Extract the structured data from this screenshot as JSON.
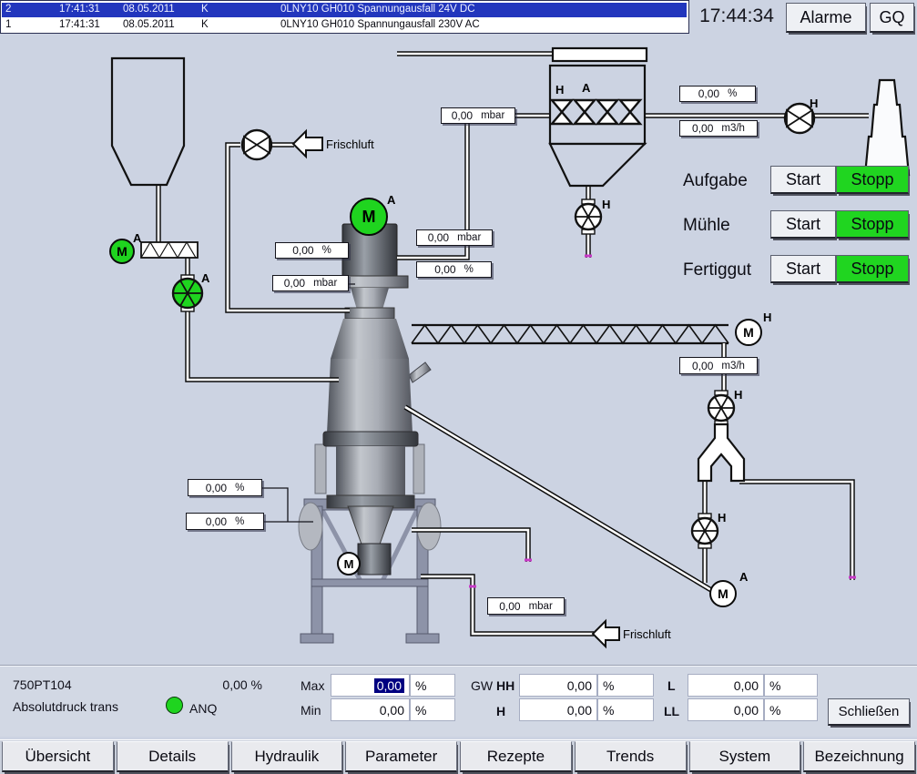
{
  "alarms": {
    "rows": [
      {
        "num": "2",
        "time": "17:41:31",
        "date": "08.05.2011",
        "flag": "K",
        "message": "0LNY10 GH010 Spannungausfall 24V DC",
        "selected": true
      },
      {
        "num": "1",
        "time": "17:41:31",
        "date": "08.05.2011",
        "flag": "K",
        "message": "0LNY10 GH010 Spannungausfall 230V AC",
        "selected": false
      }
    ]
  },
  "header": {
    "clock": "17:44:34",
    "alarme_button": "Alarme",
    "gq_button": "GQ"
  },
  "process": {
    "motor_letter": "M",
    "labels": {
      "frischluft_top": "Frischluft",
      "frischluft_bottom": "Frischluft",
      "silo_motor": "A",
      "feed_valve": "A",
      "mill_motor": "A",
      "filter_valve_h": "H",
      "filter_valve_a": "A",
      "filter_outlet_valve": "H",
      "exhaust_fan": "H",
      "conveyor_motor": "H",
      "distrib_valve": "H",
      "bag_valve": "H",
      "discharge_motor": "A"
    },
    "value_boxes": {
      "filter_inlet": {
        "value": "0,00",
        "unit": "mbar"
      },
      "stack_percent": {
        "value": "0,00",
        "unit": "%"
      },
      "stack_flow": {
        "value": "0,00",
        "unit": "m3/h"
      },
      "mill_left_percent": {
        "value": "0,00",
        "unit": "%"
      },
      "mill_left_mbar": {
        "value": "0,00",
        "unit": "mbar"
      },
      "mill_right_mbar": {
        "value": "0,00",
        "unit": "mbar"
      },
      "mill_right_percent": {
        "value": "0,00",
        "unit": "%"
      },
      "conveyor_flow": {
        "value": "0,00",
        "unit": "m3/h"
      },
      "base_percent_1": {
        "value": "0,00",
        "unit": "%"
      },
      "base_percent_2": {
        "value": "0,00",
        "unit": "%"
      },
      "base_mbar": {
        "value": "0,00",
        "unit": "mbar"
      }
    },
    "controls": [
      {
        "label": "Aufgabe",
        "start": "Start",
        "stop": "Stopp"
      },
      {
        "label": "Mühle",
        "start": "Start",
        "stop": "Stopp"
      },
      {
        "label": "Fertiggut",
        "start": "Start",
        "stop": "Stopp"
      }
    ]
  },
  "detail_panel": {
    "tag": "750PT104",
    "description": "Absolutdruck trans",
    "current_value": "0,00 %",
    "status_label": "ANQ",
    "max_label": "Max",
    "max_value": "0,00",
    "max_unit": "%",
    "min_label": "Min",
    "min_value": "0,00",
    "min_unit": "%",
    "gw_label": "GW",
    "hh_label": "HH",
    "hh_value": "0,00",
    "hh_unit": "%",
    "h_label": "H",
    "h_value": "0,00",
    "h_unit": "%",
    "l_label": "L",
    "l_value": "0,00",
    "l_unit": "%",
    "ll_label": "LL",
    "ll_value": "0,00",
    "ll_unit": "%",
    "close_button": "Schließen"
  },
  "nav": {
    "items": [
      "Übersicht",
      "Details",
      "Hydraulik",
      "Parameter",
      "Rezepte",
      "Trends",
      "System",
      "Bezeichnung"
    ]
  }
}
